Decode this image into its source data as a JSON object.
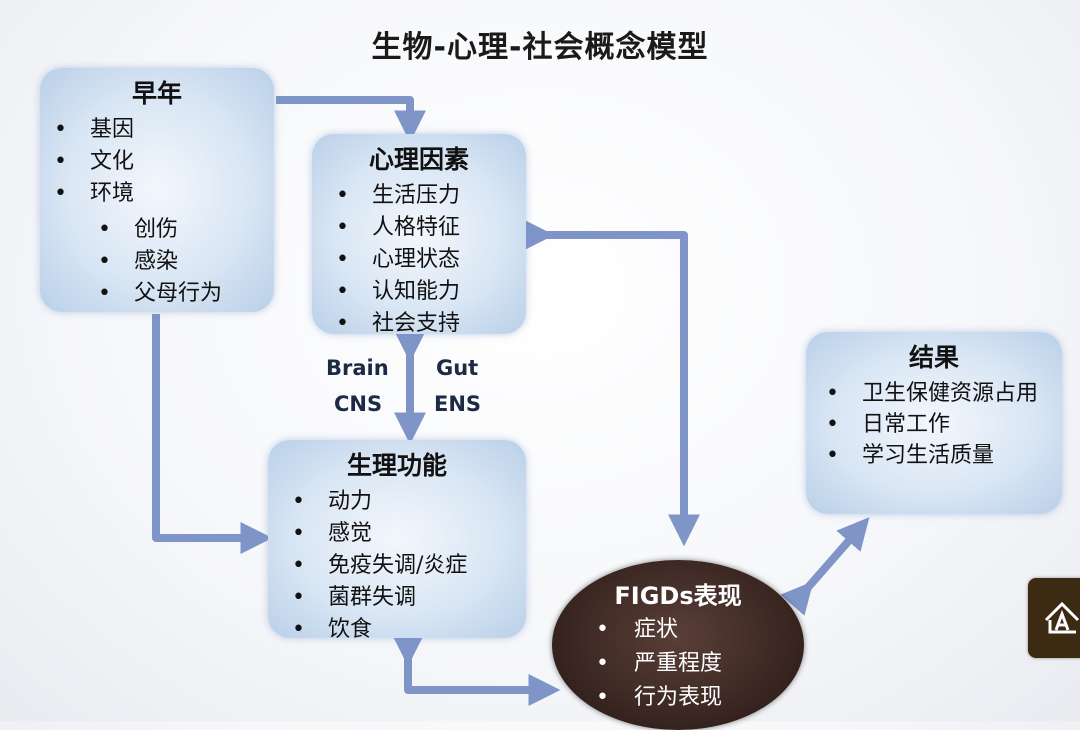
{
  "title": "生物-心理-社会概念模型",
  "early_life": {
    "title": "早年",
    "items": [
      "基因",
      "文化",
      "环境"
    ],
    "sub_items": [
      "创伤",
      "感染",
      "父母行为"
    ]
  },
  "psychological": {
    "title": "心理因素",
    "items": [
      "生活压力",
      "人格特征",
      "心理状态",
      "认知能力",
      "社会支持"
    ]
  },
  "physiology": {
    "title": "生理功能",
    "items": [
      "动力",
      "感觉",
      "免疫失调/炎症",
      "菌群失调",
      "饮食"
    ]
  },
  "outcome": {
    "title": "结果",
    "items": [
      "卫生保健资源占用",
      "日常工作",
      "学习生活质量"
    ]
  },
  "figds": {
    "title": "FIGDs表现",
    "items": [
      "症状",
      "严重程度",
      "行为表现"
    ]
  },
  "axis_labels": {
    "brain": "Brain",
    "cns": "CNS",
    "gut": "Gut",
    "ens": "ENS"
  },
  "bullet": "•",
  "colors": {
    "arrow": "#7f95c8",
    "box_light": "#f3f7fd",
    "box_edge": "#b9cfe8",
    "circle": "#3b2722"
  }
}
